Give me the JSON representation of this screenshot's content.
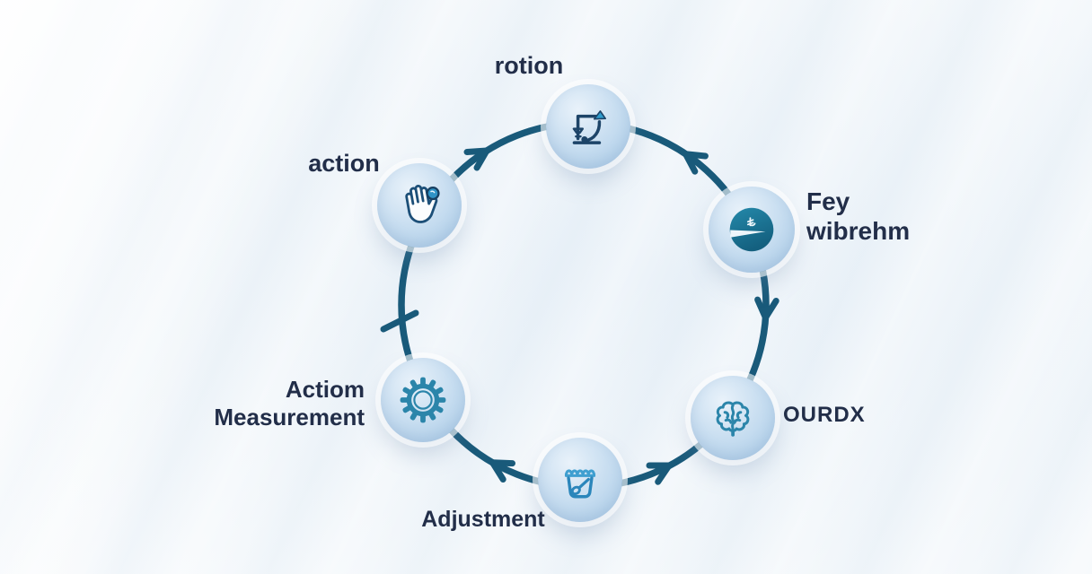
{
  "diagram": {
    "type": "circular-process-cycle",
    "node_count": 6,
    "nodes": [
      {
        "id": "rotion",
        "icon": "cycle-box-arrow-icon",
        "lines": [
          "rotion"
        ]
      },
      {
        "id": "fey",
        "icon": "pie-circle-icon",
        "lines": [
          "Fey",
          "wibrehm"
        ]
      },
      {
        "id": "ourdx",
        "icon": "brain-icon",
        "lines": [
          "OURDX"
        ]
      },
      {
        "id": "adjustment",
        "icon": "pot-spoon-icon",
        "lines": [
          "Adjustment"
        ]
      },
      {
        "id": "measurement",
        "icon": "gear-icon",
        "lines": [
          "Actiom",
          "Measurement"
        ]
      },
      {
        "id": "action",
        "icon": "hand-icon",
        "lines": [
          "action"
        ]
      }
    ],
    "colors": {
      "ring": "#195a7a",
      "label_text": "#222e49",
      "badge_light": "#e9f2fa",
      "badge_dark": "#a7cae7",
      "icon_navy": "#1d4468",
      "icon_teal": "#2b85aa",
      "icon_blue": "#2e8fc0",
      "fey_circle_fill": "#1a7694",
      "accent_arrow": "#2f9ccd",
      "background_tint": "#e9f1f8"
    }
  }
}
